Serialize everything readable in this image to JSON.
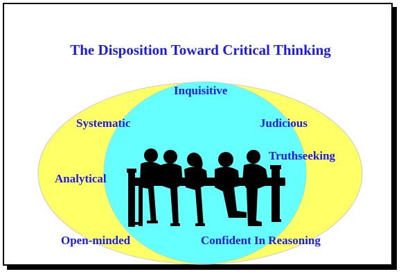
{
  "title": "The Disposition Toward Critical Thinking",
  "dispositions": {
    "inquisitive": "Inquisitive",
    "systematic": "Systematic",
    "judicious": "Judicious",
    "truthseeking": "Truthseeking",
    "analytical": "Analytical",
    "open_minded": "Open-minded",
    "confident": "Confident In Reasoning"
  },
  "colors": {
    "outer_ellipse": "#ffff66",
    "inner_circle": "#66ffff",
    "text": "#1a1aee",
    "silhouette": "#000000"
  },
  "icons": {
    "center_image": "meeting-silhouette-icon"
  }
}
